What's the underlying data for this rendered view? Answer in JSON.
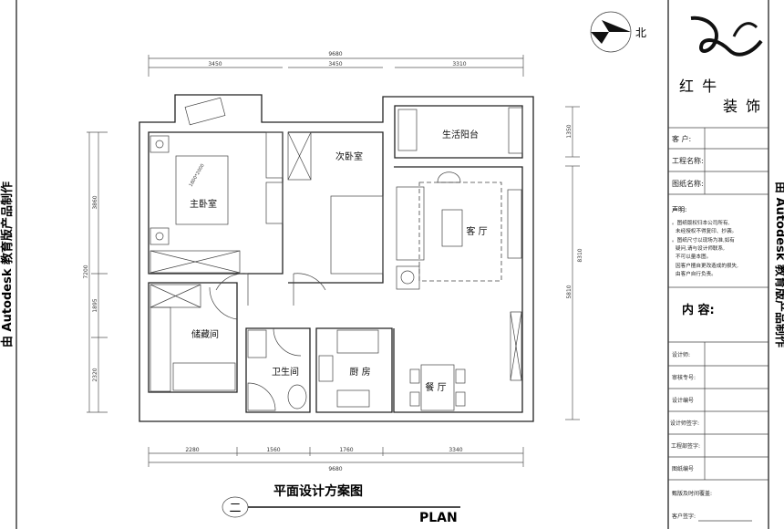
{
  "side_note": "由 Autodesk 教育版产品制作",
  "north_label": "北",
  "title_block": {
    "logo_text_1": "红 牛",
    "logo_text_2": "装 饰",
    "client_label": "客 户:",
    "project_label": "工程名称:",
    "drawing_name_label": "图纸名称:",
    "statement_title": "声明:",
    "statement_lines": [
      "。图纸版权归本公司所有,",
      "未经授权不得复印、抄袭。",
      "。图纸尺寸以现场为准,如有",
      "疑问,请与设计师联系,",
      "不可以量本图。",
      "因客户擅自更改造成的损失,",
      "由客户自行负责。"
    ],
    "content_label": "内 容:",
    "rows": [
      "设计师:",
      "审核专号:",
      "设计编号",
      "设计师签字:",
      "工程部签字:",
      "图纸编号"
    ],
    "footer_1": "甄版及时间覆盖:",
    "footer_2": "客户签字:"
  },
  "plan": {
    "rooms": {
      "master_bedroom": "主卧室",
      "bed_size": "1800*2000",
      "second_bedroom": "次卧室",
      "utility_balcony": "生活阳台",
      "living_room": "客 厅",
      "storage": "储藏间",
      "bathroom": "卫生间",
      "kitchen": "厨 房",
      "dining": "餐 厅"
    },
    "dims_top": {
      "total": "9680",
      "parts": [
        "3450",
        "3450",
        "3310"
      ]
    },
    "dims_bottom": {
      "total": "9680",
      "parts": [
        "2280",
        "1560",
        "1760",
        "3340"
      ]
    },
    "dims_left": {
      "total": "7200",
      "parts": [
        "3860",
        "1895",
        "2320"
      ]
    },
    "dims_right": {
      "total": "8310",
      "parts": [
        "1350",
        "5810"
      ]
    }
  },
  "title": {
    "number": "二",
    "text": "平面设计方案图",
    "subtitle": "PLAN"
  }
}
